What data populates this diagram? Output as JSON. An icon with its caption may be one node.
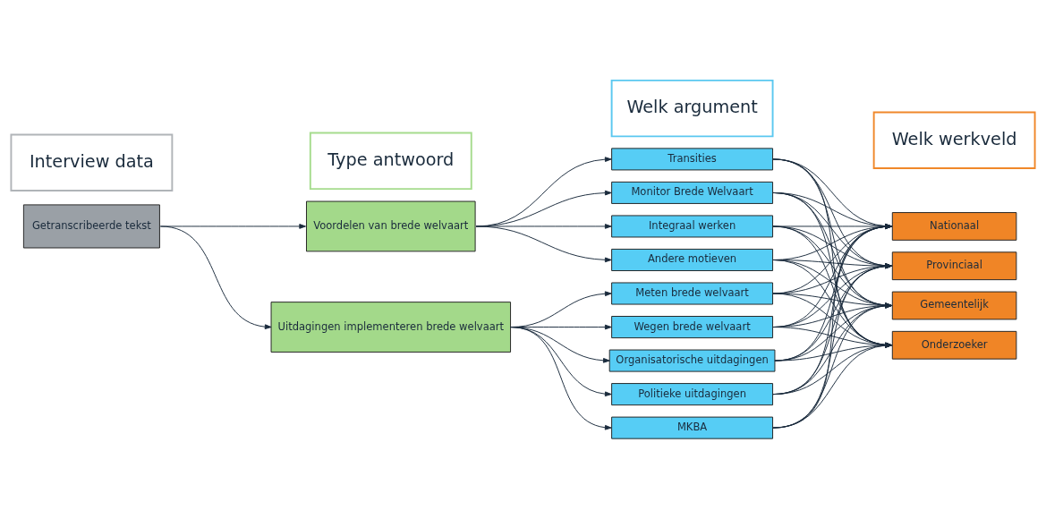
{
  "diagram": {
    "nodes": [
      {
        "text": [
          "Interview data"
        ]
      },
      {
        "text": [
          "Type antwoord"
        ]
      },
      {
        "text": [
          "Welk argument"
        ]
      },
      {
        "text": [
          "Welk werkveld"
        ]
      },
      {
        "text": [
          "Getranscribeerde tekst"
        ]
      },
      {
        "text": [
          "Voordelen van brede welvaart"
        ]
      },
      {
        "text": [
          "Uitdagingen implementeren brede welvaart"
        ]
      },
      {
        "text": [
          "Transities"
        ]
      },
      {
        "text": [
          "Monitor Brede Welvaart"
        ]
      },
      {
        "text": [
          "Integraal werken"
        ]
      },
      {
        "text": [
          "Andere motieven"
        ]
      },
      {
        "text": [
          "Meten brede welvaart"
        ]
      },
      {
        "text": [
          "Wegen brede welvaart"
        ]
      },
      {
        "text": [
          "Organisatorische uitdagingen"
        ]
      },
      {
        "text": [
          "Politieke uitdagingen"
        ]
      },
      {
        "text": [
          "MKBA"
        ]
      },
      {
        "text": [
          "Nationaal"
        ]
      },
      {
        "text": [
          "Provinciaal"
        ]
      },
      {
        "text": [
          "Gemeentelijk"
        ]
      },
      {
        "text": [
          "Onderzoeker"
        ]
      }
    ],
    "edges": [
      {
        "from": 4,
        "to": 5,
        "arrow": "to"
      },
      {
        "from": 4,
        "to": 6,
        "arrow": "to"
      },
      {
        "from": 5,
        "to": 7,
        "arrow": "to"
      },
      {
        "from": 5,
        "to": 8,
        "arrow": "to"
      },
      {
        "from": 5,
        "to": 9,
        "arrow": "to"
      },
      {
        "from": 5,
        "to": 10,
        "arrow": "to"
      },
      {
        "from": 6,
        "to": 11,
        "arrow": "to"
      },
      {
        "from": 6,
        "to": 12,
        "arrow": "to"
      },
      {
        "from": 6,
        "to": 13,
        "arrow": "to"
      },
      {
        "from": 6,
        "to": 14,
        "arrow": "to"
      },
      {
        "from": 6,
        "to": 15,
        "arrow": "to"
      },
      {
        "from": 7,
        "to": 16,
        "arrow": "to"
      },
      {
        "from": 7,
        "to": 17,
        "arrow": "to"
      },
      {
        "from": 7,
        "to": 18,
        "arrow": "to"
      },
      {
        "from": 7,
        "to": 19,
        "arrow": "to"
      },
      {
        "from": 8,
        "to": 16,
        "arrow": "to"
      },
      {
        "from": 8,
        "to": 17,
        "arrow": "to"
      },
      {
        "from": 8,
        "to": 18,
        "arrow": "to"
      },
      {
        "from": 8,
        "to": 19,
        "arrow": "to"
      },
      {
        "from": 9,
        "to": 16,
        "arrow": "to"
      },
      {
        "from": 9,
        "to": 17,
        "arrow": "to"
      },
      {
        "from": 9,
        "to": 18,
        "arrow": "to"
      },
      {
        "from": 9,
        "to": 19,
        "arrow": "to"
      },
      {
        "from": 10,
        "to": 16,
        "arrow": "to"
      },
      {
        "from": 10,
        "to": 17,
        "arrow": "to"
      },
      {
        "from": 10,
        "to": 18,
        "arrow": "to"
      },
      {
        "from": 10,
        "to": 19,
        "arrow": "to"
      },
      {
        "from": 11,
        "to": 16,
        "arrow": "to"
      },
      {
        "from": 11,
        "to": 17,
        "arrow": "to"
      },
      {
        "from": 11,
        "to": 18,
        "arrow": "to"
      },
      {
        "from": 11,
        "to": 19,
        "arrow": "to"
      },
      {
        "from": 12,
        "to": 16,
        "arrow": "to"
      },
      {
        "from": 12,
        "to": 17,
        "arrow": "to"
      },
      {
        "from": 12,
        "to": 18,
        "arrow": "to"
      },
      {
        "from": 12,
        "to": 19,
        "arrow": "to"
      },
      {
        "from": 13,
        "to": 16,
        "arrow": "to"
      },
      {
        "from": 13,
        "to": 17,
        "arrow": "to"
      },
      {
        "from": 13,
        "to": 18,
        "arrow": "to"
      },
      {
        "from": 13,
        "to": 19,
        "arrow": "to"
      },
      {
        "from": 14,
        "to": 16,
        "arrow": "to"
      },
      {
        "from": 14,
        "to": 17,
        "arrow": "to"
      },
      {
        "from": 14,
        "to": 18,
        "arrow": "to"
      },
      {
        "from": 14,
        "to": 19,
        "arrow": "to"
      },
      {
        "from": 15,
        "to": 16,
        "arrow": "to"
      },
      {
        "from": 15,
        "to": 17,
        "arrow": "to"
      },
      {
        "from": 15,
        "to": 18,
        "arrow": "to"
      },
      {
        "from": 15,
        "to": 19,
        "arrow": "to"
      }
    ]
  }
}
